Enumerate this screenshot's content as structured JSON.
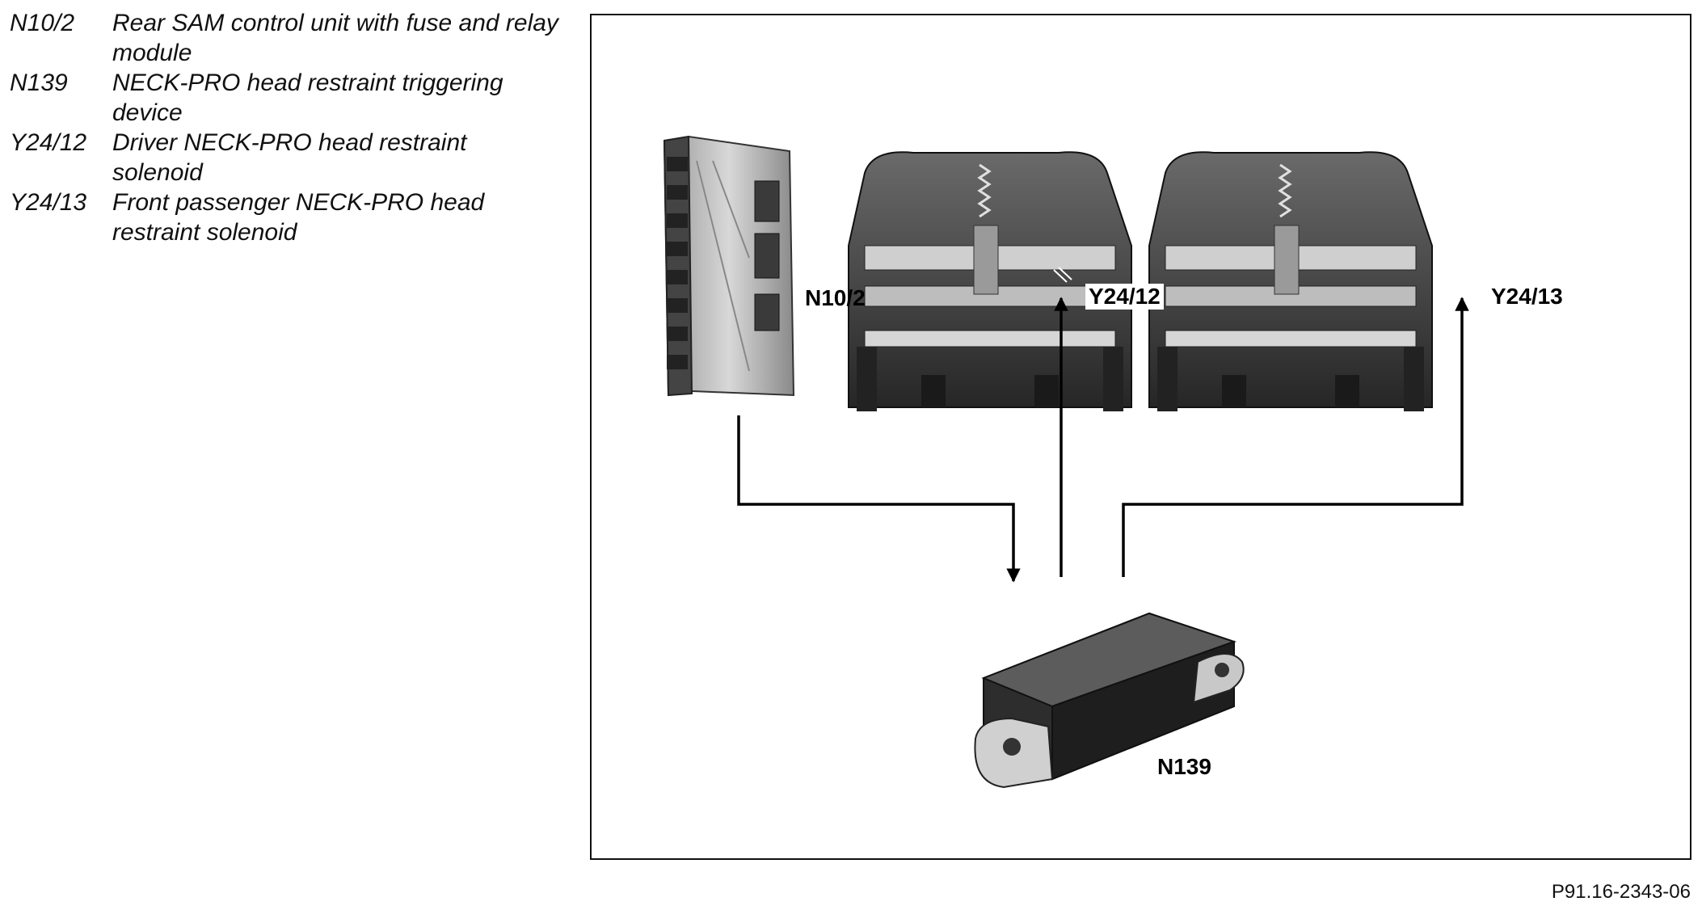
{
  "legend": [
    {
      "code": "N10/2",
      "desc": "Rear SAM control unit with fuse and relay module"
    },
    {
      "code": "N139",
      "desc": "NECK-PRO head restraint triggering device"
    },
    {
      "code": "Y24/12",
      "desc": "Driver NECK-PRO head restraint solenoid"
    },
    {
      "code": "Y24/13",
      "desc": "Front passenger NECK-PRO head restraint solenoid"
    }
  ],
  "labels": {
    "n10_2": "N10/2",
    "y24_12": "Y24/12",
    "y24_13": "Y24/13",
    "n139": "N139"
  },
  "figure_id": "P91.16-2343-06"
}
